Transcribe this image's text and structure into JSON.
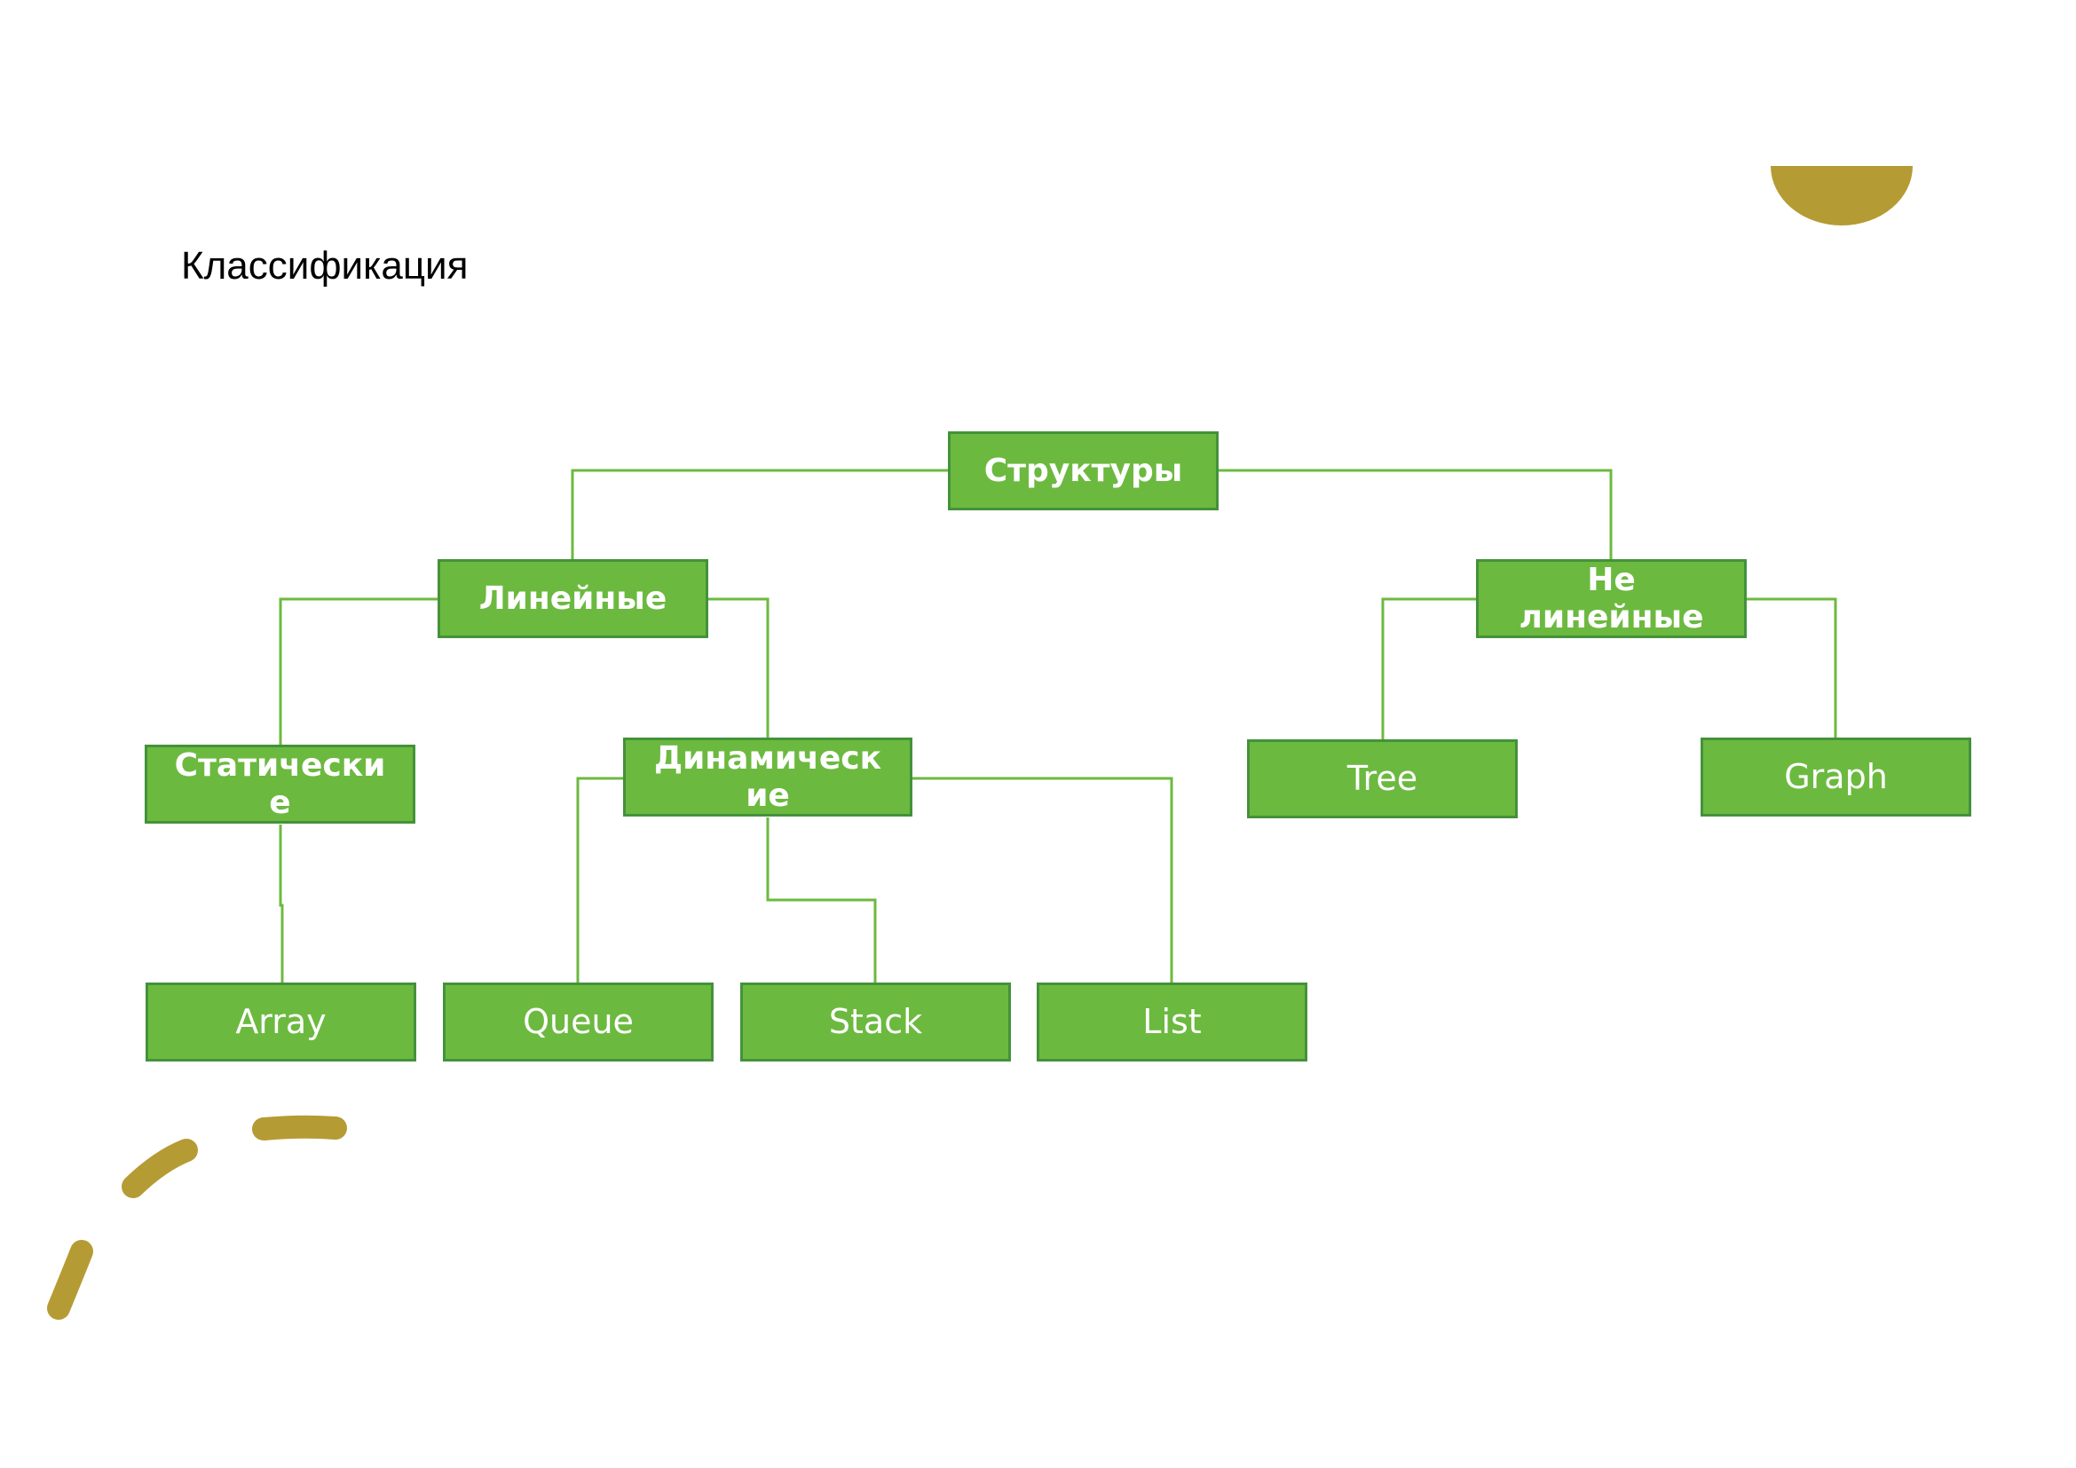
{
  "slide": {
    "title": "Классификация"
  },
  "colors": {
    "box_fill": "#6cb940",
    "box_border": "#43923a",
    "connector": "#6cb940",
    "box_text": "#ffffff",
    "accent_gold": "#b59b33"
  },
  "decorations": [
    {
      "name": "gold-half-circle",
      "kind": "semicircle"
    },
    {
      "name": "gold-dashed-arc",
      "kind": "dashed-curve"
    }
  ],
  "diagram": {
    "nodes": [
      {
        "id": "root",
        "label": "Структуры",
        "style": "bold"
      },
      {
        "id": "linear",
        "label": "Линейные",
        "style": "bold"
      },
      {
        "id": "nonlinear",
        "label": "Не линейные",
        "style": "bold"
      },
      {
        "id": "static",
        "label": "Статически е",
        "style": "bold"
      },
      {
        "id": "dynamic",
        "label": "Динамическ ие",
        "style": "bold"
      },
      {
        "id": "tree",
        "label": "Tree",
        "style": "light"
      },
      {
        "id": "graph",
        "label": "Graph",
        "style": "light"
      },
      {
        "id": "array",
        "label": "Array",
        "style": "light"
      },
      {
        "id": "queue",
        "label": "Queue",
        "style": "light"
      },
      {
        "id": "stack",
        "label": "Stack",
        "style": "light"
      },
      {
        "id": "list",
        "label": "List",
        "style": "light"
      }
    ],
    "edges": [
      {
        "from": "root",
        "to": "linear"
      },
      {
        "from": "root",
        "to": "nonlinear"
      },
      {
        "from": "linear",
        "to": "static"
      },
      {
        "from": "linear",
        "to": "dynamic"
      },
      {
        "from": "nonlinear",
        "to": "tree"
      },
      {
        "from": "nonlinear",
        "to": "graph"
      },
      {
        "from": "static",
        "to": "array"
      },
      {
        "from": "dynamic",
        "to": "queue"
      },
      {
        "from": "dynamic",
        "to": "stack"
      },
      {
        "from": "dynamic",
        "to": "list"
      }
    ]
  }
}
